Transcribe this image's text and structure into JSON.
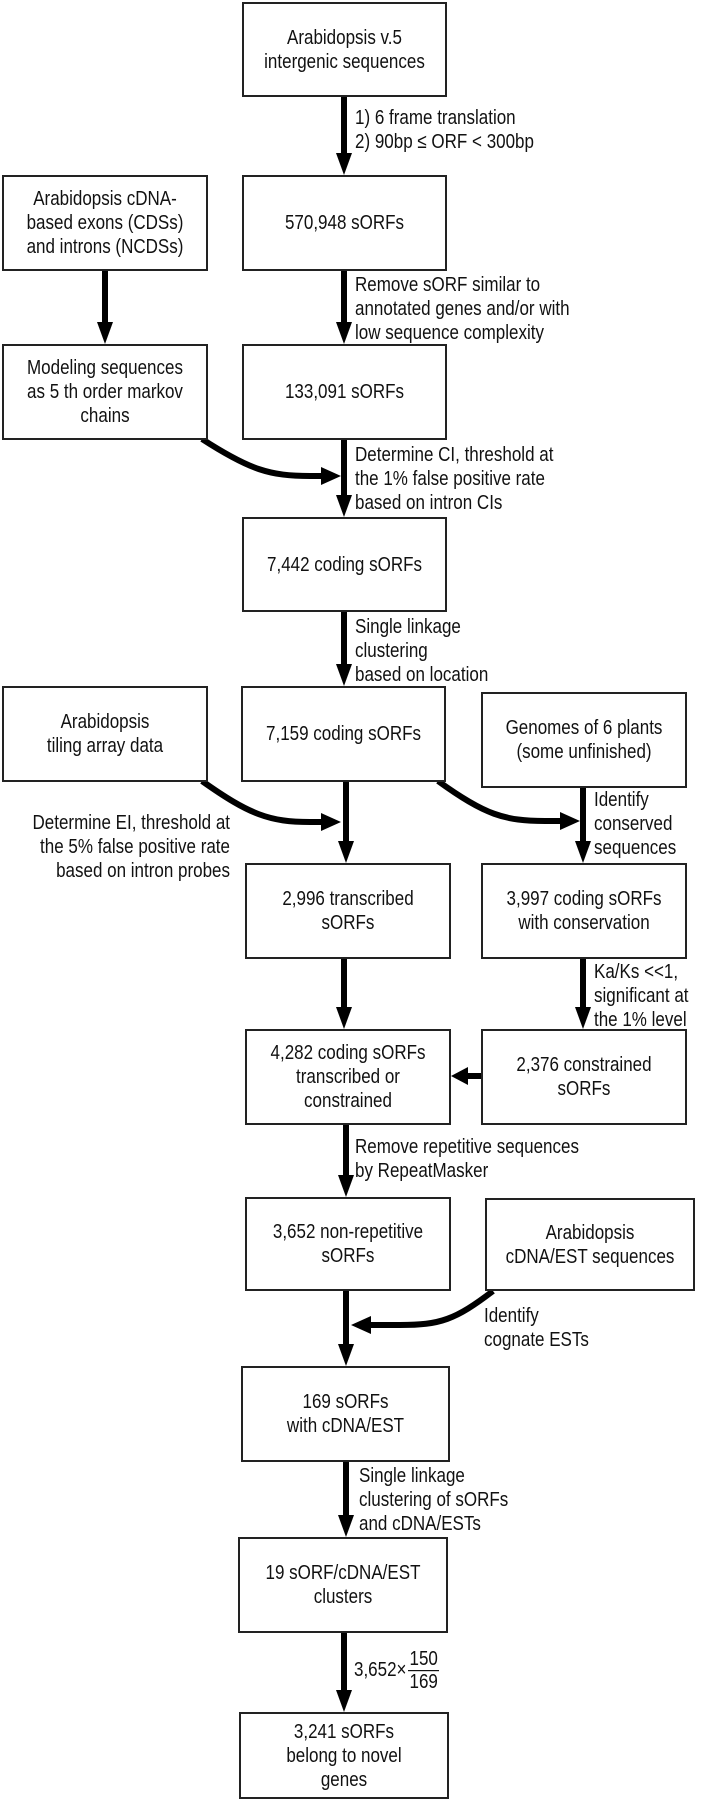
{
  "boxes": [
    {
      "text": "Arabidopsis v.5\nintergenic sequences"
    },
    {
      "text": "570,948 sORFs"
    },
    {
      "text": "Arabidopsis cDNA-\nbased exons (CDSs)\nand introns (NCDSs)"
    },
    {
      "text": "Modeling sequences\nas 5 th order markov\nchains"
    },
    {
      "text": "133,091 sORFs"
    },
    {
      "text": "7,442 coding sORFs"
    },
    {
      "text": "Arabidopsis\ntiling array data"
    },
    {
      "text": "7,159 coding sORFs"
    },
    {
      "text": "Genomes of 6 plants\n(some unfinished)"
    },
    {
      "text": "2,996 transcribed\nsORFs"
    },
    {
      "text": "3,997 coding sORFs\nwith conservation"
    },
    {
      "text": "4,282 coding sORFs\ntranscribed or\nconstrained"
    },
    {
      "text": "2,376 constrained\nsORFs"
    },
    {
      "text": "3,652 non-repetitive\nsORFs"
    },
    {
      "text": "Arabidopsis\ncDNA/EST sequences"
    },
    {
      "text": "169 sORFs\nwith cDNA/EST"
    },
    {
      "text": "19 sORF/cDNA/EST\nclusters"
    },
    {
      "text": "3,241 sORFs\nbelong to novel\ngenes"
    }
  ],
  "labels": [
    {
      "text": "1) 6 frame translation\n2) 90bp ≤ ORF < 300bp"
    },
    {
      "text": "Remove sORF similar to\nannotated genes and/or with\nlow sequence complexity"
    },
    {
      "text": "Determine CI, threshold at\nthe 1% false positive rate\nbased on intron CIs"
    },
    {
      "text": "Single linkage\nclustering\nbased on location"
    },
    {
      "text": "Determine EI, threshold at\nthe 5% false positive rate\nbased on intron probes"
    },
    {
      "text": "Identify\nconserved\nsequences"
    },
    {
      "text": "Ka/Ks <<1,\nsignificant at\nthe 1% level"
    },
    {
      "text": "Remove repetitive sequences\nby RepeatMasker"
    },
    {
      "text": "Identify\ncognate ESTs"
    },
    {
      "text": "Single linkage\nclustering of sORFs\nand cDNA/ESTs"
    }
  ],
  "formula": {
    "prefix": "3,652×",
    "numerator": "150",
    "denominator": "169"
  },
  "colors": {
    "stroke": "#000000",
    "box_border": "#222222",
    "background": "#ffffff"
  }
}
